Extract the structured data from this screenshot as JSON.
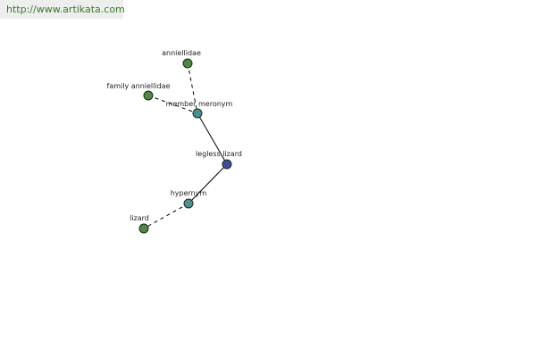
{
  "header": {
    "url": "http://www.artikata.com"
  },
  "colors": {
    "url_text": "#3a7a2a",
    "header_bg": "#eeeeee",
    "green_node": "#4e8a3e",
    "teal_node": "#4a9090",
    "blue_node": "#3d4f9a",
    "edge": "#000000"
  },
  "nodes": {
    "anniellidae": {
      "label": "anniellidae",
      "kind": "green"
    },
    "family_anniellidae": {
      "label": "family anniellidae",
      "kind": "green"
    },
    "member_meronym": {
      "label": "member meronym",
      "kind": "teal"
    },
    "legless_lizard": {
      "label": "legless lizard",
      "kind": "blue"
    },
    "hypernym": {
      "label": "hypernym",
      "kind": "teal"
    },
    "lizard": {
      "label": "lizard",
      "kind": "green"
    }
  },
  "edges": [
    {
      "from": "anniellidae",
      "to": "member_meronym",
      "style": "dashed"
    },
    {
      "from": "family_anniellidae",
      "to": "member_meronym",
      "style": "dashed"
    },
    {
      "from": "member_meronym",
      "to": "legless_lizard",
      "style": "solid"
    },
    {
      "from": "legless_lizard",
      "to": "hypernym",
      "style": "solid"
    },
    {
      "from": "hypernym",
      "to": "lizard",
      "style": "dashed"
    }
  ]
}
